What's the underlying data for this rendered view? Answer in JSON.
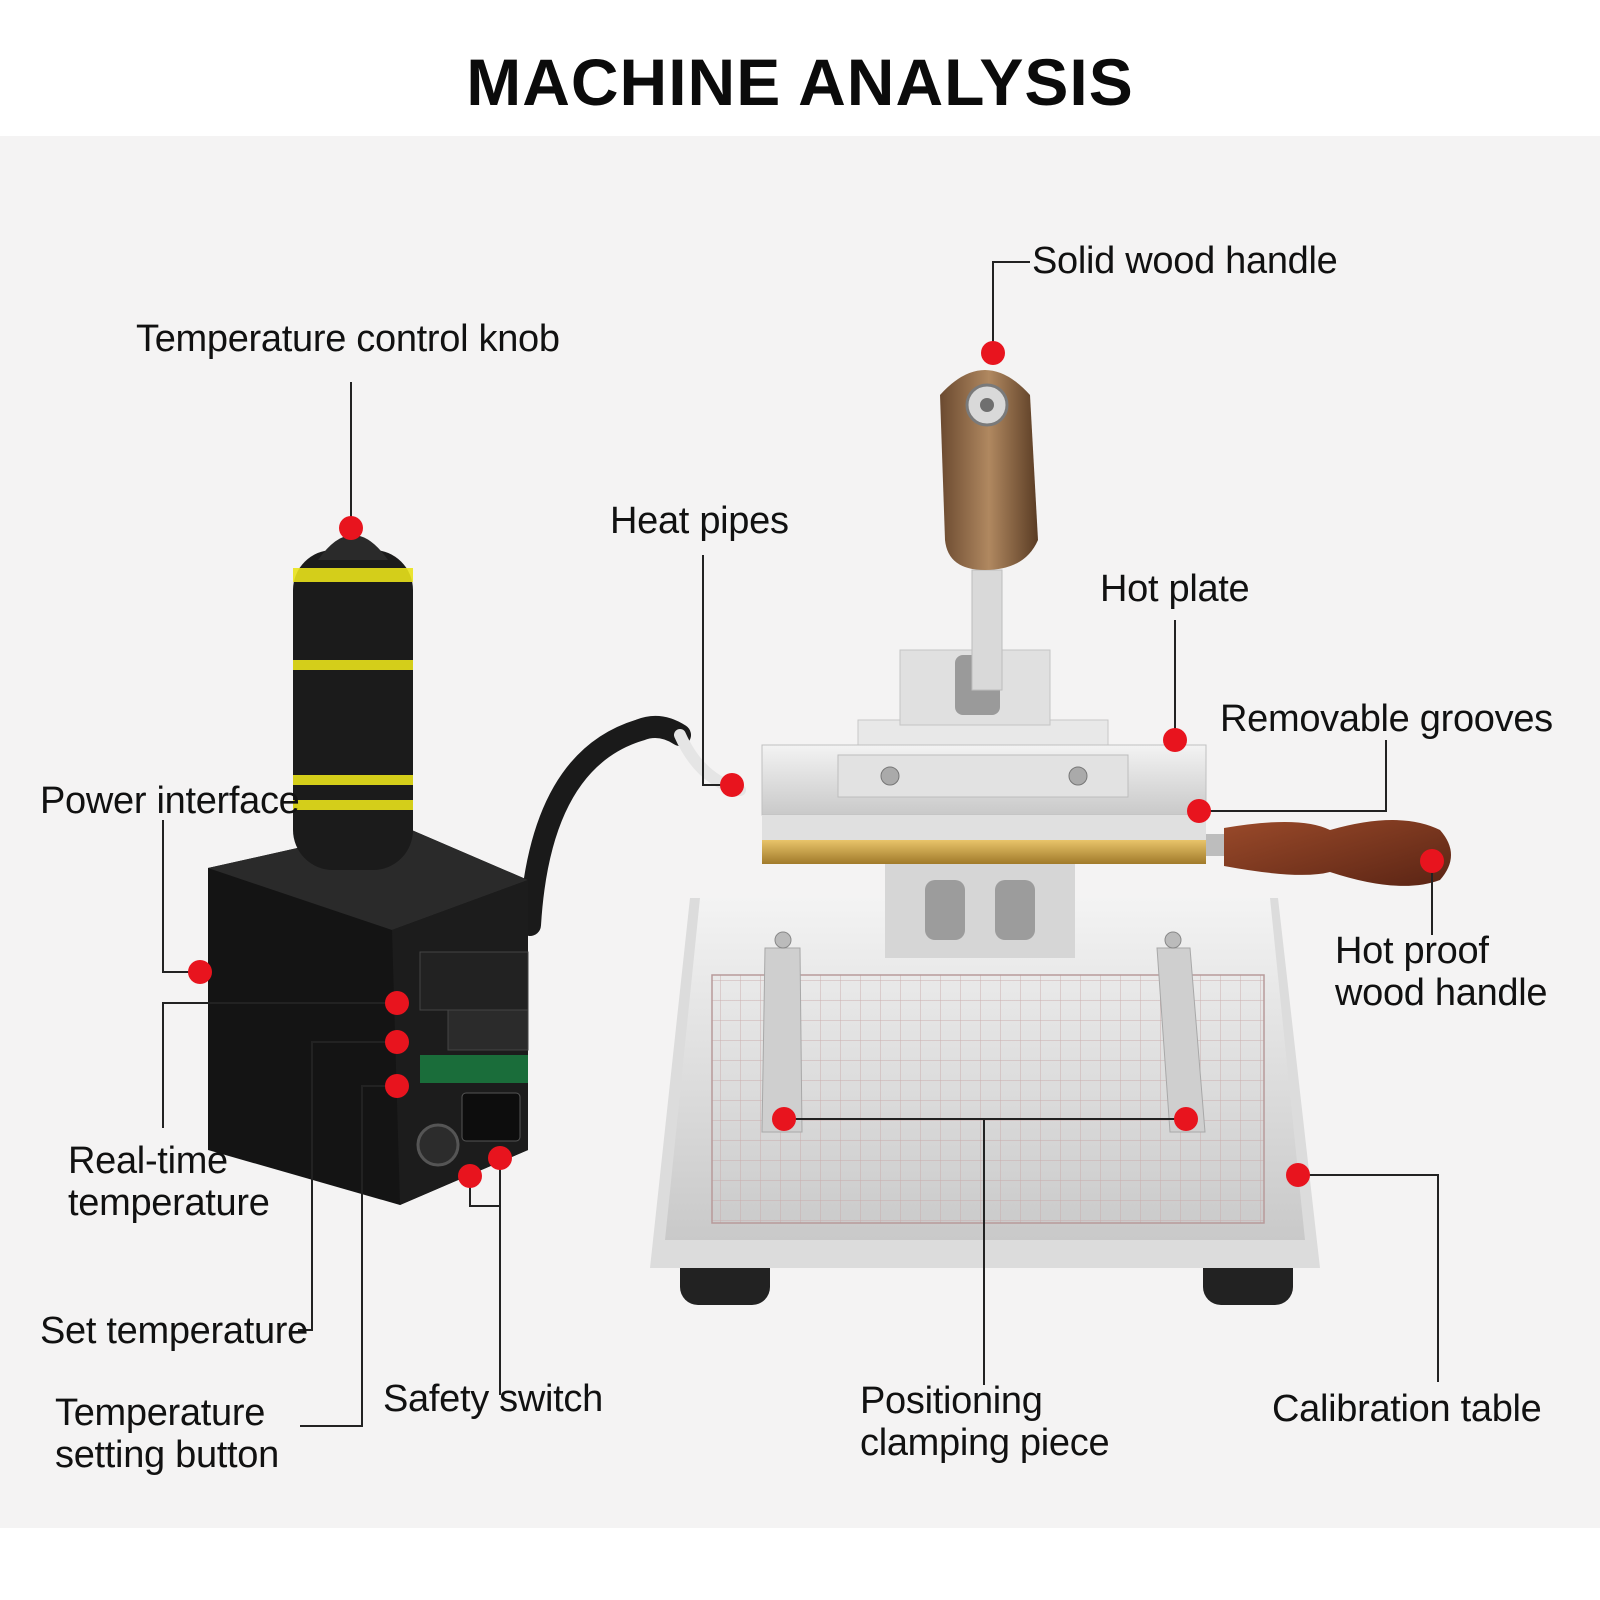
{
  "title": "MACHINE ANALYSIS",
  "labels": {
    "solid_wood_handle": "Solid wood handle",
    "temperature_control_knob": "Temperature control knob",
    "heat_pipes": "Heat pipes",
    "hot_plate": "Hot plate",
    "removable_grooves": "Removable grooves",
    "power_interface": "Power interface",
    "hot_proof_wood_handle": "Hot proof\nwood handle",
    "real_time_temperature": "Real-time\ntemperature",
    "set_temperature": "Set temperature",
    "safety_switch": "Safety switch",
    "temperature_setting_button": "Temperature\nsetting button",
    "positioning_clamping_piece": "Positioning\nclamping piece",
    "calibration_table": "Calibration table"
  },
  "colors": {
    "marker": "#e8141e",
    "leader": "#222222",
    "background": "#f4f3f3"
  }
}
